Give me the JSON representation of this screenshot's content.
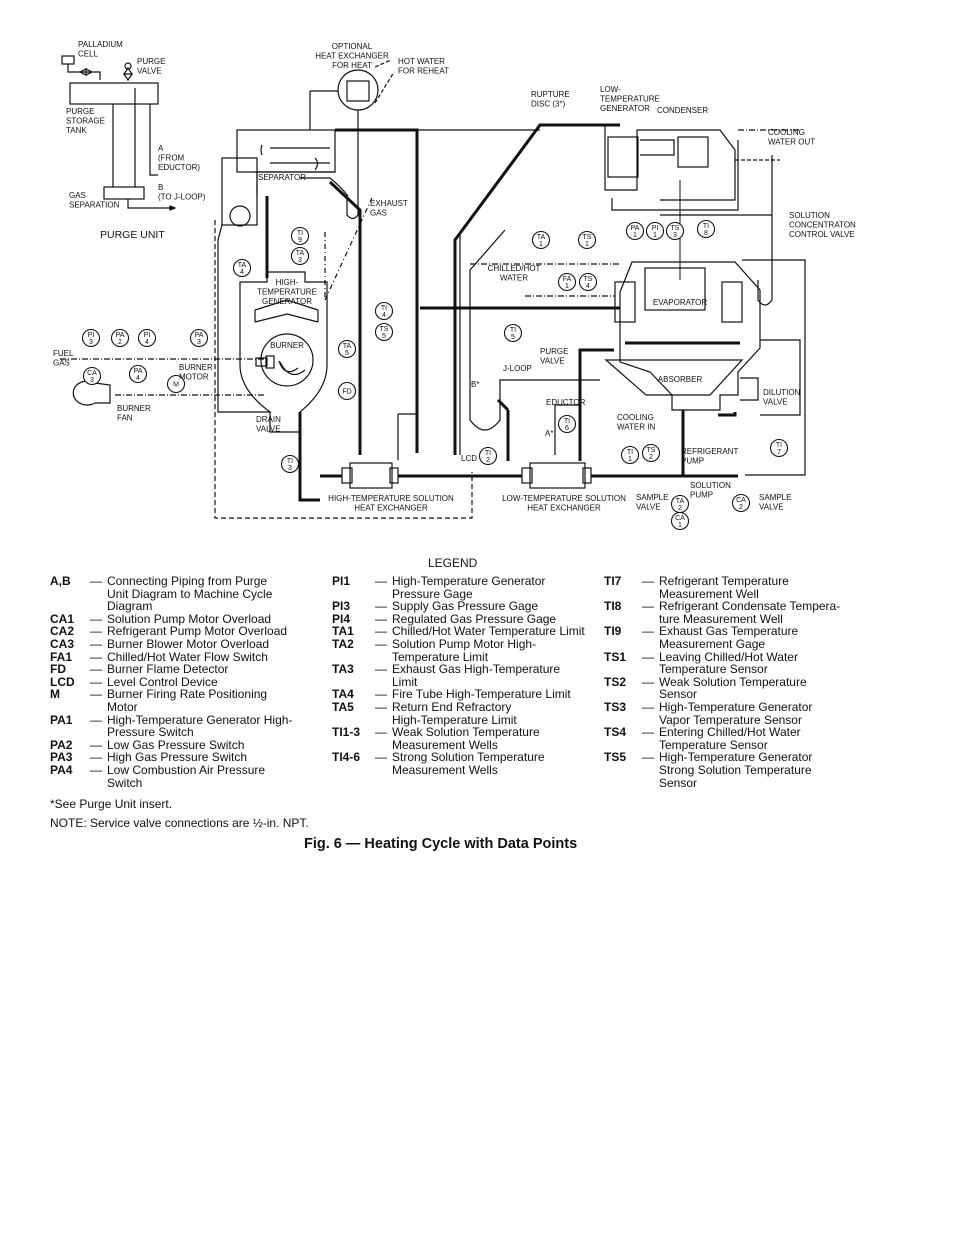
{
  "diagram": {
    "purge_unit": {
      "title": "PURGE UNIT",
      "palladium_cell": [
        "PALLADIUM",
        "CELL"
      ],
      "purge_valve": [
        "PURGE",
        "VALVE"
      ],
      "storage_tank": [
        "PURGE",
        "STORAGE",
        "TANK"
      ],
      "connection_a": [
        "A",
        "(FROM",
        "EDUCTOR)"
      ],
      "connection_b": [
        "B",
        "(TO J-LOOP)"
      ],
      "gas_separation": [
        "GAS",
        "SEPARATION"
      ]
    },
    "labels": {
      "optional_hx": [
        "OPTIONAL",
        "HEAT EXCHANGER",
        "FOR HEAT"
      ],
      "hot_water_reheat": [
        "HOT WATER",
        "FOR REHEAT"
      ],
      "separator": "SEPARATOR",
      "exhaust_gas": [
        "EXHAUST",
        "GAS"
      ],
      "rupture_disc": [
        "RUPTURE",
        "DISC (3*)"
      ],
      "low_temp_generator": [
        "LOW-",
        "TEMPERATURE",
        "GENERATOR"
      ],
      "condenser": "CONDENSER",
      "cooling_water_out": [
        "COOLING",
        "WATER OUT"
      ],
      "solution_conc_valve": [
        "SOLUTION",
        "CONCENTRATON",
        "CONTROL VALVE"
      ],
      "chilled_hot_water": [
        "CHILLED/HOT",
        "WATER"
      ],
      "high_temp_generator": [
        "HIGH-",
        "TEMPERATURE",
        "GENERATOR"
      ],
      "burner": "BURNER",
      "fuel_gas": [
        "FUEL",
        "GAS"
      ],
      "burner_motor": [
        "BURNER",
        "MOTOR"
      ],
      "burner_fan": [
        "BURNER",
        "FAN"
      ],
      "drain_valve": [
        "DRAIN",
        "VALVE"
      ],
      "evaporator": "EVAPORATOR",
      "absorber": "ABSORBER",
      "purge_valve_main": [
        "PURGE",
        "VALVE"
      ],
      "j_loop": "J-LOOP",
      "b_star": "B*",
      "a_star": "A*",
      "eductor": "EDUCTOR",
      "cooling_water_in": [
        "COOLING",
        "WATER IN"
      ],
      "dilution_valve": [
        "DILUTION",
        "VALVE"
      ],
      "refrigerant_pump": [
        "REFRIGERANT",
        "PUMP"
      ],
      "solution_pump": [
        "SOLUTION",
        "PUMP"
      ],
      "sample_valve_1": [
        "SAMPLE",
        "VALVE"
      ],
      "sample_valve_2": [
        "SAMPLE",
        "VALVE"
      ],
      "lcd": "LCD",
      "ht_solution_hx": [
        "HIGH-TEMPERATURE SOLUTION",
        "HEAT EXCHANGER"
      ],
      "lt_solution_hx": [
        "LOW-TEMPERATURE SOLUTION",
        "HEAT EXCHANGER"
      ]
    },
    "instruments": [
      {
        "id": "ti9",
        "a": "TI",
        "b": "9"
      },
      {
        "id": "ta3",
        "a": "TA",
        "b": "3"
      },
      {
        "id": "ta4",
        "a": "TA",
        "b": "4"
      },
      {
        "id": "ti4",
        "a": "TI",
        "b": "4"
      },
      {
        "id": "ts5",
        "a": "TS",
        "b": "5"
      },
      {
        "id": "ta5",
        "a": "TA",
        "b": "5"
      },
      {
        "id": "fd",
        "a": "FD",
        "b": ""
      },
      {
        "id": "pi3",
        "a": "PI",
        "b": "3"
      },
      {
        "id": "pa2",
        "a": "PA",
        "b": "2"
      },
      {
        "id": "pi4",
        "a": "PI",
        "b": "4"
      },
      {
        "id": "pa3",
        "a": "PA",
        "b": "3"
      },
      {
        "id": "ca3",
        "a": "CA",
        "b": "3"
      },
      {
        "id": "pa4",
        "a": "PA",
        "b": "4"
      },
      {
        "id": "m",
        "a": "M",
        "b": ""
      },
      {
        "id": "ti3",
        "a": "TI",
        "b": "3"
      },
      {
        "id": "ti2",
        "a": "TI",
        "b": "2"
      },
      {
        "id": "ta1",
        "a": "TA",
        "b": "1"
      },
      {
        "id": "ts1",
        "a": "TS",
        "b": "1"
      },
      {
        "id": "fa1",
        "a": "FA",
        "b": "1"
      },
      {
        "id": "ts4",
        "a": "TS",
        "b": "4"
      },
      {
        "id": "pa1",
        "a": "PA",
        "b": "1"
      },
      {
        "id": "pi1",
        "a": "PI",
        "b": "1"
      },
      {
        "id": "ts3",
        "a": "TS",
        "b": "3"
      },
      {
        "id": "ti8",
        "a": "TI",
        "b": "8"
      },
      {
        "id": "ti5",
        "a": "TI",
        "b": "5"
      },
      {
        "id": "ti6",
        "a": "TI",
        "b": "6"
      },
      {
        "id": "ti1",
        "a": "TI",
        "b": "1"
      },
      {
        "id": "ts2",
        "a": "TS",
        "b": "2"
      },
      {
        "id": "ta2",
        "a": "TA",
        "b": "2"
      },
      {
        "id": "ca1",
        "a": "CA",
        "b": "1"
      },
      {
        "id": "ca2",
        "a": "CA",
        "b": "2"
      },
      {
        "id": "ti7",
        "a": "TI",
        "b": "7"
      }
    ]
  },
  "legend": {
    "title": "LEGEND",
    "columns": [
      [
        {
          "key": "A,B",
          "desc": [
            "Connecting Piping from Purge",
            "Unit Diagram to Machine Cycle",
            "Diagram"
          ]
        },
        {
          "key": "CA1",
          "desc": [
            "Solution Pump Motor Overload"
          ]
        },
        {
          "key": "CA2",
          "desc": [
            "Refrigerant Pump Motor Overload"
          ]
        },
        {
          "key": "CA3",
          "desc": [
            "Burner Blower Motor Overload"
          ]
        },
        {
          "key": "FA1",
          "desc": [
            "Chilled/Hot Water Flow Switch"
          ]
        },
        {
          "key": "FD",
          "desc": [
            "Burner Flame Detector"
          ]
        },
        {
          "key": "LCD",
          "desc": [
            "Level Control Device"
          ]
        },
        {
          "key": "M",
          "desc": [
            "Burner Firing Rate Positioning",
            "Motor"
          ]
        },
        {
          "key": "PA1",
          "desc": [
            "High-Temperature Generator High-",
            "Pressure Switch"
          ]
        },
        {
          "key": "PA2",
          "desc": [
            "Low Gas Pressure Switch"
          ]
        },
        {
          "key": "PA3",
          "desc": [
            "High Gas Pressure Switch"
          ]
        },
        {
          "key": "PA4",
          "desc": [
            "Low Combustion Air Pressure",
            "Switch"
          ]
        }
      ],
      [
        {
          "key": "PI1",
          "desc": [
            "High-Temperature Generator",
            "Pressure Gage"
          ]
        },
        {
          "key": "PI3",
          "desc": [
            "Supply Gas Pressure Gage"
          ]
        },
        {
          "key": "PI4",
          "desc": [
            "Regulated Gas Pressure Gage"
          ]
        },
        {
          "key": "TA1",
          "desc": [
            "Chilled/Hot Water Temperature Limit"
          ]
        },
        {
          "key": "TA2",
          "desc": [
            "Solution Pump Motor High-",
            "Temperature Limit"
          ]
        },
        {
          "key": "TA3",
          "desc": [
            "Exhaust Gas High-Temperature",
            "Limit"
          ]
        },
        {
          "key": "TA4",
          "desc": [
            "Fire Tube High-Temperature Limit"
          ]
        },
        {
          "key": "TA5",
          "desc": [
            "Return End Refractory",
            "High-Temperature Limit"
          ]
        },
        {
          "key": "TI1-3",
          "desc": [
            "Weak Solution Temperature",
            "Measurement Wells"
          ]
        },
        {
          "key": "TI4-6",
          "desc": [
            "Strong Solution Temperature",
            "Measurement Wells"
          ]
        }
      ],
      [
        {
          "key": "TI7",
          "desc": [
            "Refrigerant Temperature",
            "Measurement Well"
          ]
        },
        {
          "key": "TI8",
          "desc": [
            "Refrigerant Condensate Tempera-",
            "ture Measurement Well"
          ]
        },
        {
          "key": "TI9",
          "desc": [
            "Exhaust Gas Temperature",
            "Measurement Gage"
          ]
        },
        {
          "key": "TS1",
          "desc": [
            "Leaving Chilled/Hot Water",
            "Temperature Sensor"
          ]
        },
        {
          "key": "TS2",
          "desc": [
            "Weak Solution Temperature",
            "Sensor"
          ]
        },
        {
          "key": "TS3",
          "desc": [
            "High-Temperature Generator",
            "Vapor Temperature Sensor"
          ]
        },
        {
          "key": "TS4",
          "desc": [
            "Entering Chilled/Hot Water",
            "Temperature Sensor"
          ]
        },
        {
          "key": "TS5",
          "desc": [
            "High-Temperature Generator",
            "Strong Solution Temperature",
            "Sensor"
          ]
        }
      ]
    ]
  },
  "footnotes": {
    "star": "*See Purge Unit insert.",
    "note": "NOTE: Service valve connections are ½-in. NPT."
  },
  "caption": "Fig. 6 — Heating Cycle with Data Points"
}
